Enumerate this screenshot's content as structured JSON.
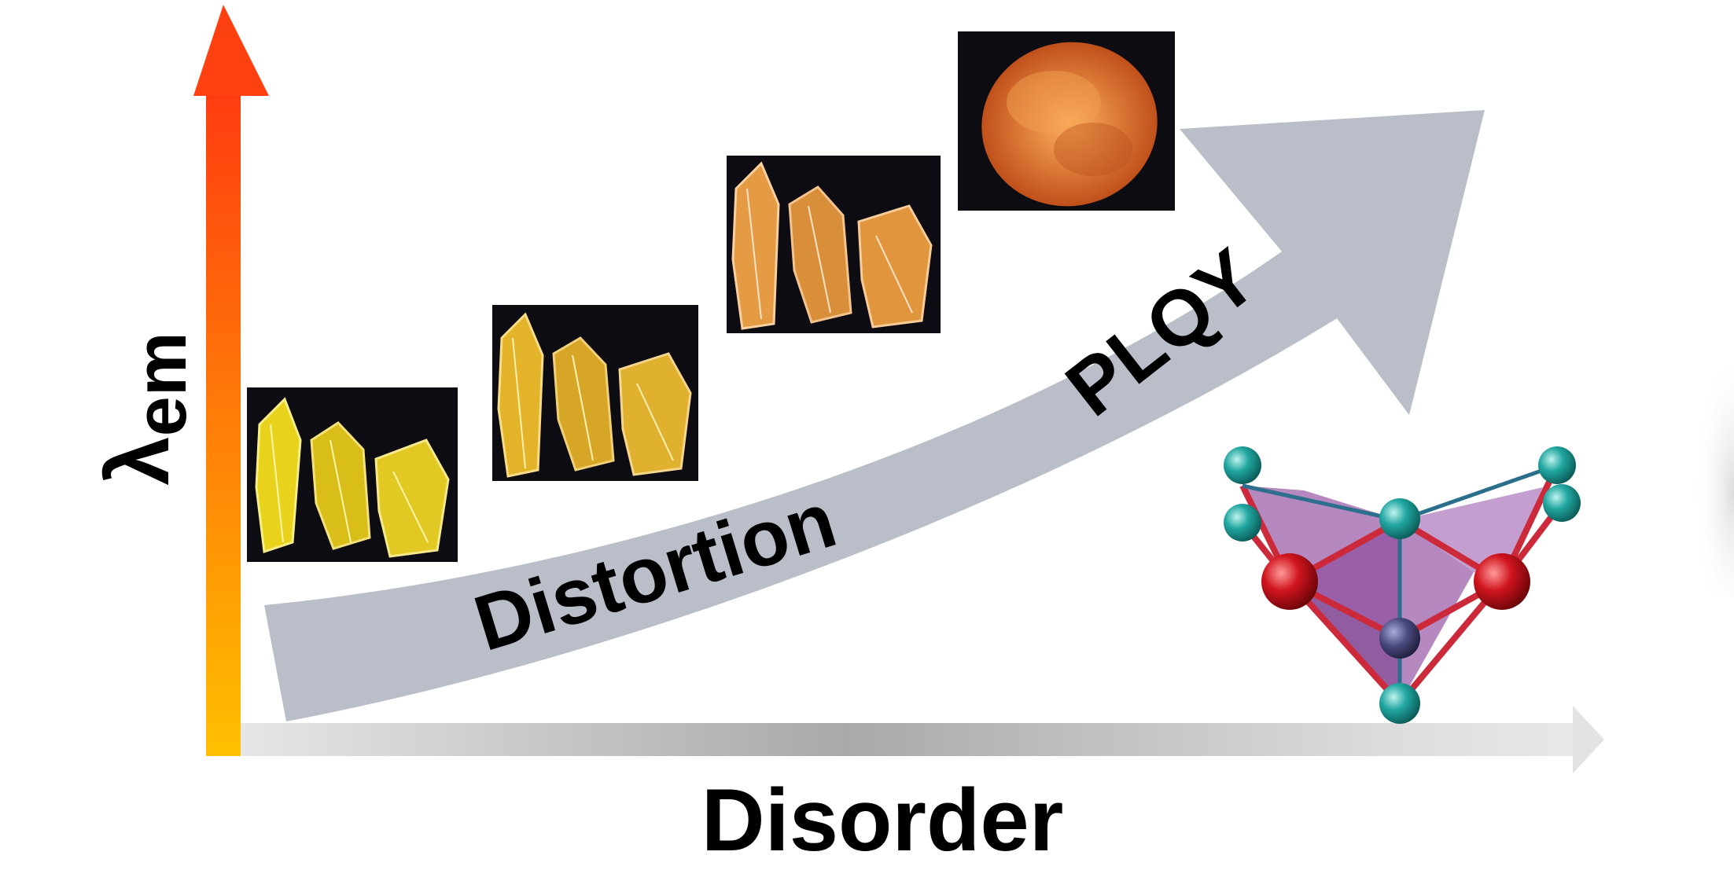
{
  "y_axis": {
    "label_main": "λ",
    "label_sub": "em",
    "color_top": "#ff3a10",
    "color_bottom": "#ffc000"
  },
  "x_axis": {
    "label": "Disorder",
    "color": "#cfcfcf"
  },
  "trend_arrow": {
    "label_lower": "Distortion",
    "label_upper": "PLQY",
    "color": "#b9bec9"
  },
  "crystal_photos": [
    {
      "name": "crystal-photo-1",
      "tint": "#e8d21a"
    },
    {
      "name": "crystal-photo-2",
      "tint": "#e0b626"
    },
    {
      "name": "crystal-photo-3",
      "tint": "#e49a3e"
    },
    {
      "name": "crystal-photo-4",
      "tint": "#e8782a"
    }
  ],
  "structure": {
    "polyhedron_color": "#9a5aa8",
    "atom_cyan": "#1e9a96",
    "atom_red": "#d0141e",
    "atom_center": "#4a4a80"
  }
}
